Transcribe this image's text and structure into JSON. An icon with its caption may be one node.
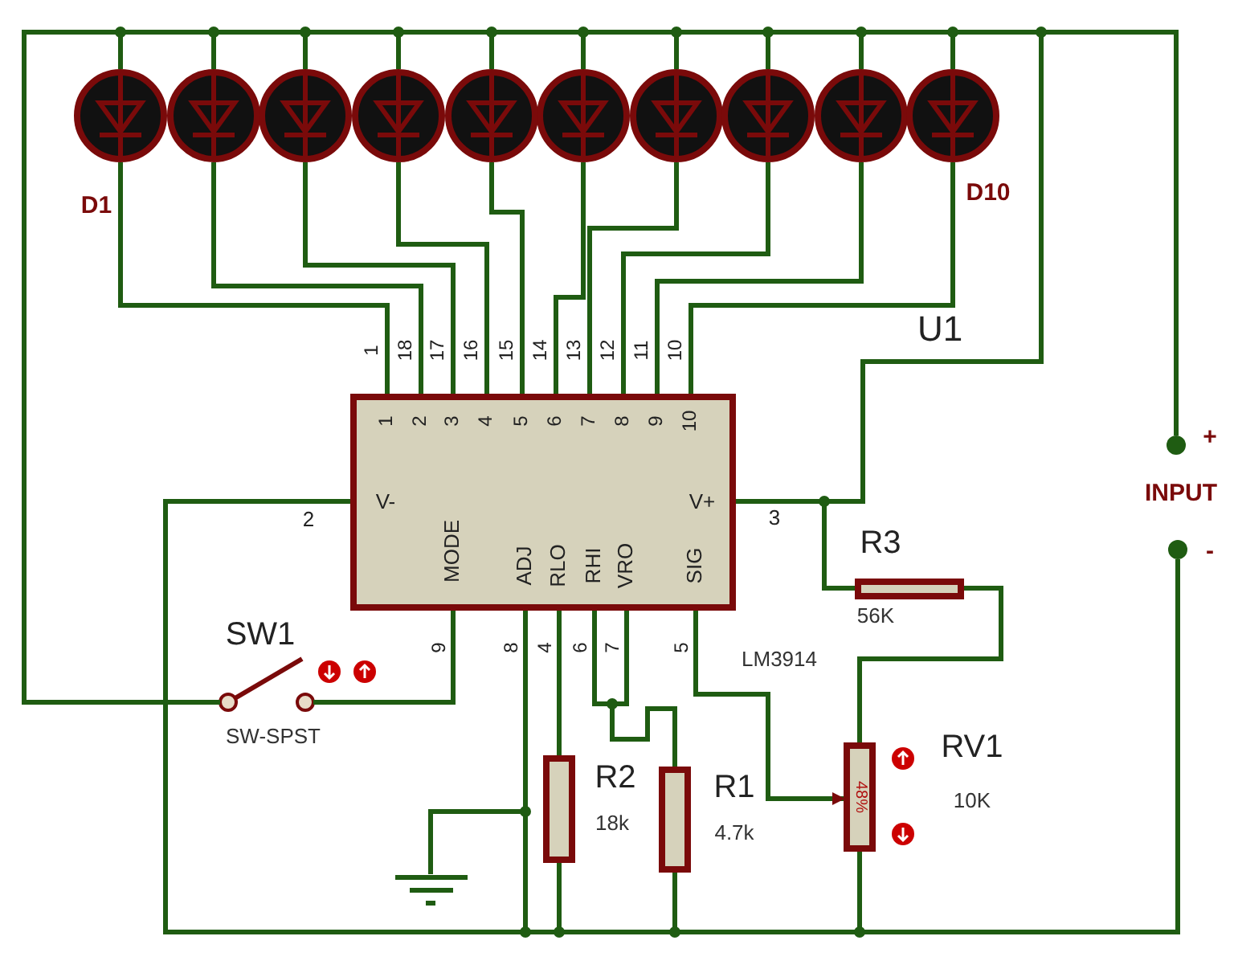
{
  "diagram": {
    "nodes": [
      {
        "text": [],
        "shape": "circle",
        "beside": [
          "D1"
        ]
      },
      {
        "text": [],
        "shape": "circle"
      },
      {
        "text": [],
        "shape": "circle"
      },
      {
        "text": [],
        "shape": "circle"
      },
      {
        "text": [],
        "shape": "circle"
      },
      {
        "text": [],
        "shape": "circle"
      },
      {
        "text": [],
        "shape": "circle"
      },
      {
        "text": [],
        "shape": "circle"
      },
      {
        "text": [],
        "shape": "circle"
      },
      {
        "text": [],
        "shape": "circle",
        "beside": [
          "D10"
        ]
      },
      {
        "text": [],
        "shape": "circle",
        "beside": [
          "+"
        ]
      },
      {
        "text": [],
        "shape": "box",
        "beside": [
          "LM3914"
        ]
      },
      {
        "text": [],
        "shape": "circle",
        "beside": [
          "-"
        ]
      },
      {
        "text": [],
        "shape": "box",
        "beside": [
          "R3",
          "56K"
        ]
      },
      {
        "text": [],
        "shape": "switch",
        "beside": [
          "SW1",
          "SW-SPST"
        ]
      },
      {
        "text": [],
        "shape": "box",
        "beside": [
          "R2",
          "18k"
        ]
      },
      {
        "text": [],
        "shape": "box",
        "beside": [
          "R1",
          "4.7k"
        ]
      },
      {
        "text": [
          "48%"
        ],
        "beside": [
          "RV1",
          "10K"
        ]
      },
      {
        "text": [],
        "shape": "ground"
      }
    ],
    "edges": [
      {
        "from": 0,
        "to": 11,
        "arrow": "none"
      },
      {
        "from": 1,
        "to": 11,
        "arrow": "none"
      },
      {
        "from": 2,
        "to": 11,
        "arrow": "none"
      },
      {
        "from": 3,
        "to": 11,
        "arrow": "none"
      },
      {
        "from": 4,
        "to": 11,
        "arrow": "none"
      },
      {
        "from": 5,
        "to": 11,
        "arrow": "none"
      },
      {
        "from": 6,
        "to": 11,
        "arrow": "none"
      },
      {
        "from": 7,
        "to": 11,
        "arrow": "none"
      },
      {
        "from": 8,
        "to": 11,
        "arrow": "none"
      },
      {
        "from": 9,
        "to": 11,
        "arrow": "none"
      },
      {
        "from": 10,
        "to": 0,
        "arrow": "none"
      },
      {
        "from": 10,
        "to": 1,
        "arrow": "none"
      },
      {
        "from": 10,
        "to": 2,
        "arrow": "none"
      },
      {
        "from": 10,
        "to": 3,
        "arrow": "none"
      },
      {
        "from": 10,
        "to": 4,
        "arrow": "none"
      },
      {
        "from": 10,
        "to": 5,
        "arrow": "none"
      },
      {
        "from": 10,
        "to": 6,
        "arrow": "none"
      },
      {
        "from": 10,
        "to": 7,
        "arrow": "none"
      },
      {
        "from": 10,
        "to": 8,
        "arrow": "none"
      },
      {
        "from": 10,
        "to": 9,
        "arrow": "none"
      },
      {
        "from": 10,
        "to": 14,
        "arrow": "none"
      },
      {
        "from": 10,
        "to": 11,
        "arrow": "none"
      },
      {
        "from": 11,
        "to": 13,
        "arrow": "none"
      },
      {
        "from": 13,
        "to": 17,
        "arrow": "none"
      },
      {
        "from": 11,
        "to": 17,
        "arrow": "to"
      },
      {
        "from": 11,
        "to": 14,
        "arrow": "none"
      },
      {
        "from": 11,
        "to": 15,
        "arrow": "none"
      },
      {
        "from": 11,
        "to": 16,
        "arrow": "none"
      },
      {
        "from": 11,
        "to": 18,
        "arrow": "none"
      },
      {
        "from": 11,
        "to": 12,
        "arrow": "none"
      },
      {
        "from": 11,
        "to": 12,
        "arrow": "none"
      },
      {
        "from": 15,
        "to": 12,
        "arrow": "none"
      },
      {
        "from": 16,
        "to": 12,
        "arrow": "none"
      },
      {
        "from": 17,
        "to": 12,
        "arrow": "none"
      }
    ],
    "labels": [
      "U1",
      "1",
      "18",
      "17",
      "16",
      "15",
      "14",
      "13",
      "12",
      "11",
      "10",
      "1",
      "2",
      "3",
      "4",
      "5",
      "6",
      "7",
      "8",
      "9",
      "10",
      "INPUT",
      "V-",
      "V+",
      "2",
      "3",
      "MODE",
      "ADJ",
      "RLO",
      "RHI",
      "VRO",
      "SIG",
      "9",
      "8",
      "4",
      "6",
      "7",
      "5"
    ]
  }
}
